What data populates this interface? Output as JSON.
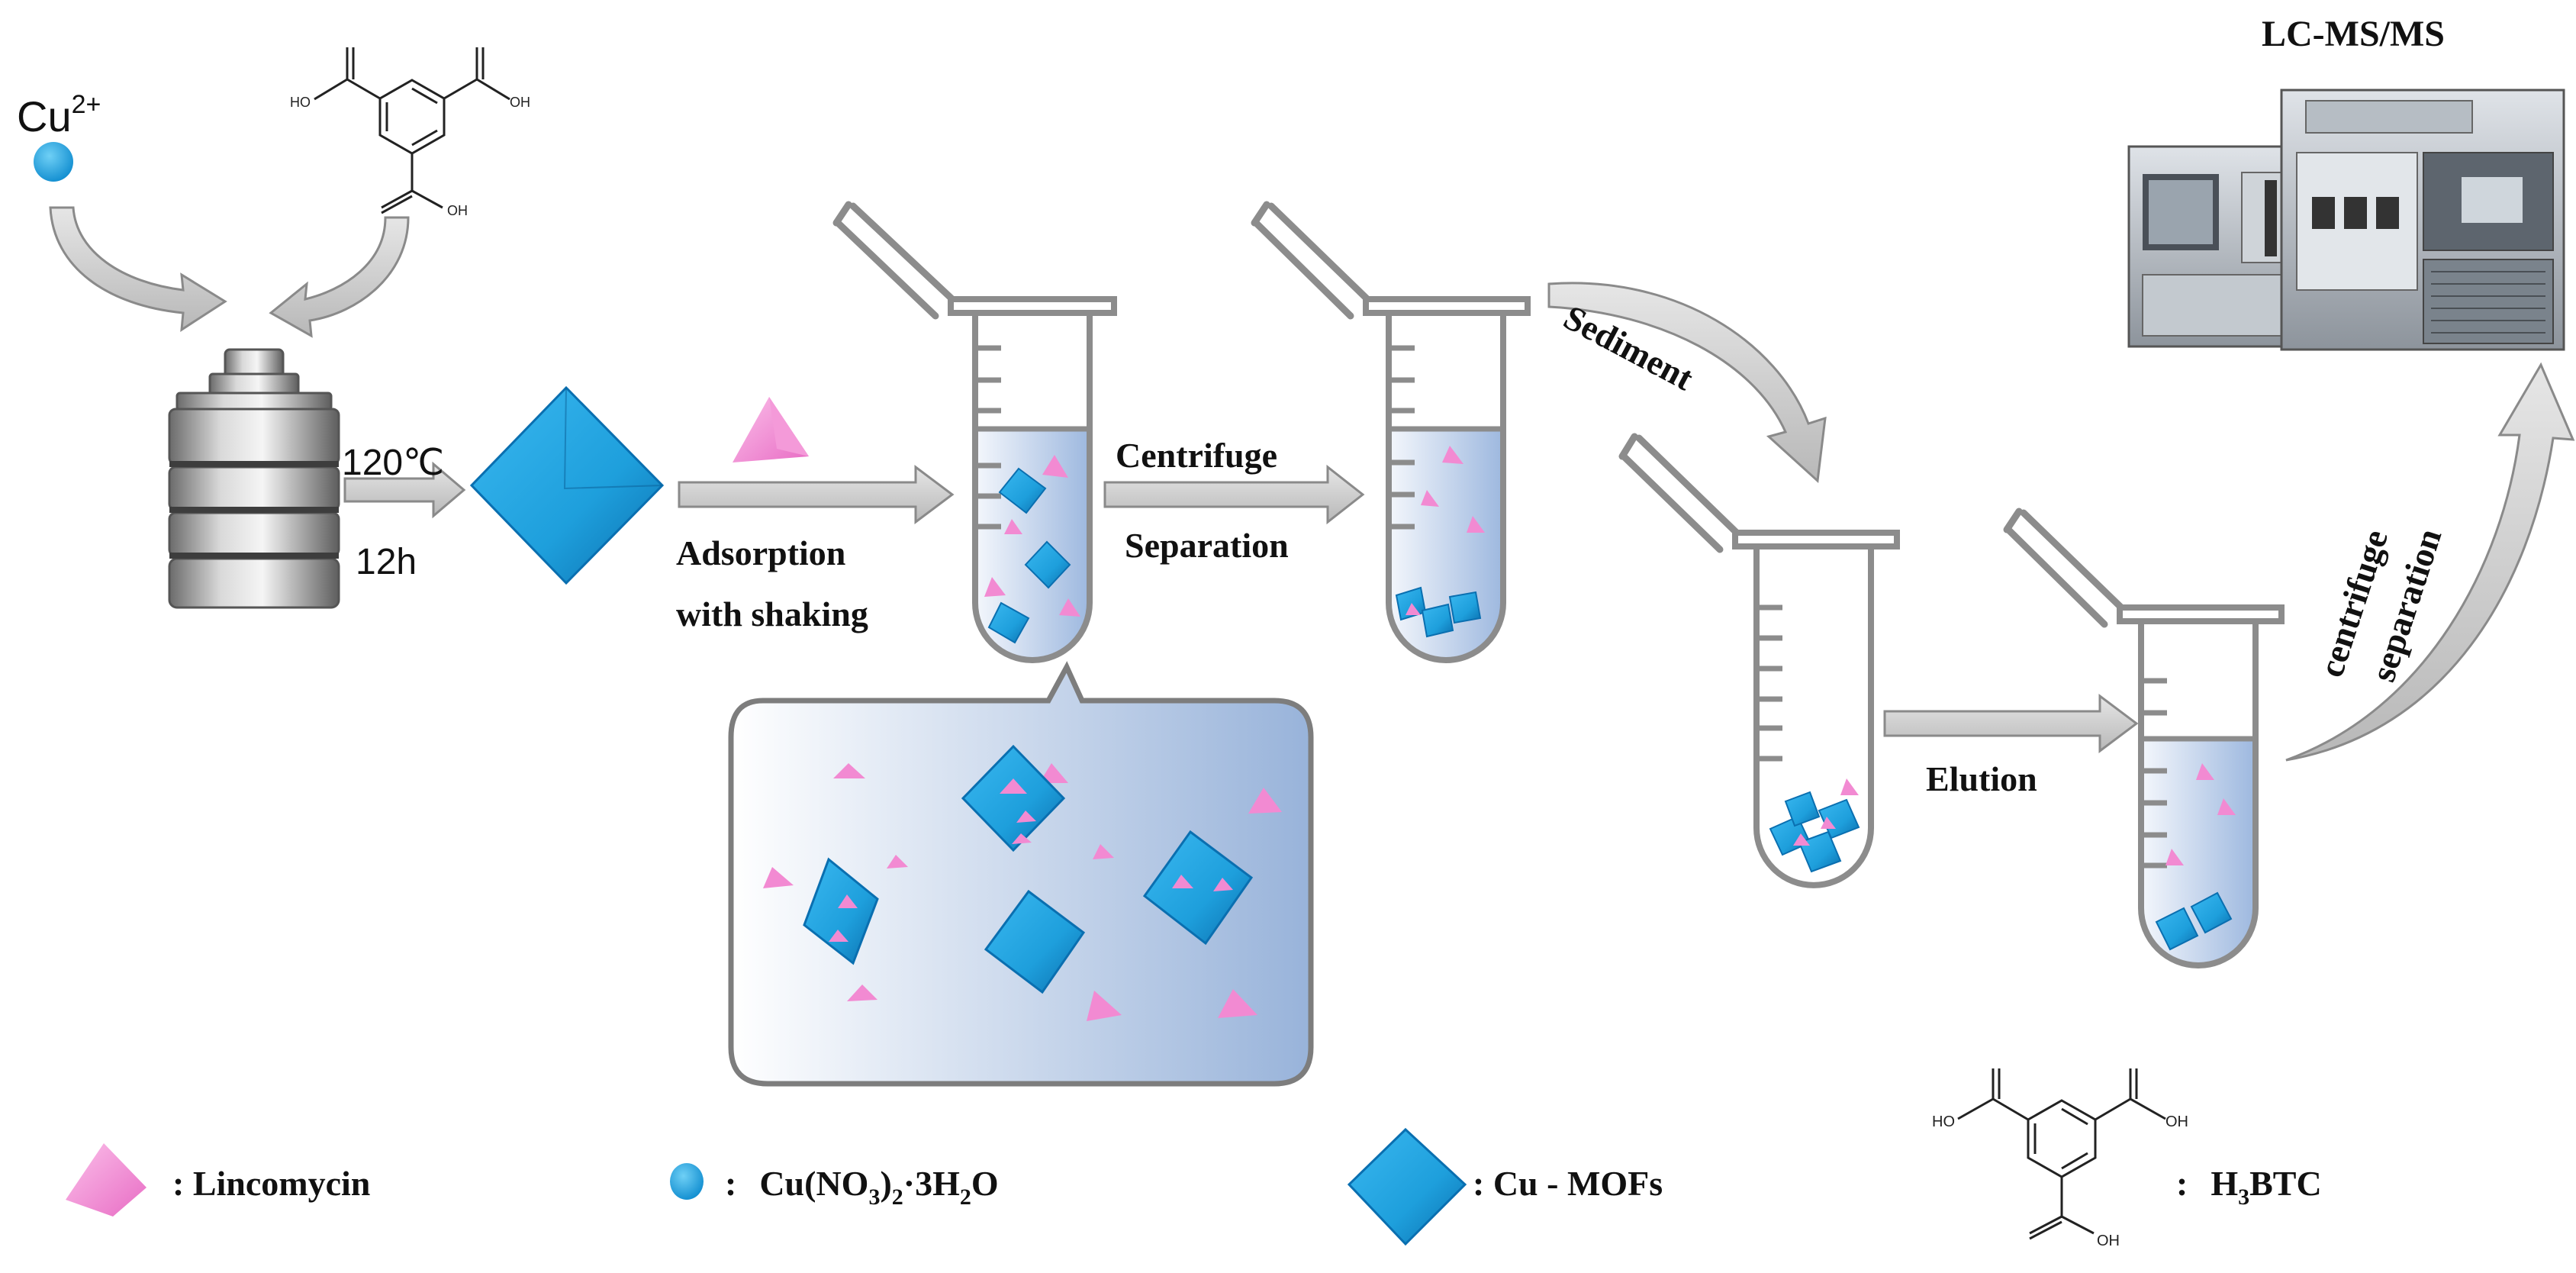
{
  "diagram": {
    "reagents": {
      "cu_label": "Cu",
      "cu_charge": "2+",
      "cooh_left": "HO",
      "cooh_right": "OH",
      "cooh_bottom": "OH"
    },
    "synthesis": {
      "temperature": "120℃",
      "time": "12h"
    },
    "steps": {
      "adsorption_line1": "Adsorption",
      "adsorption_line2": "with shaking",
      "centrifuge_line1": "Centrifuge",
      "centrifuge_line2": "Separation",
      "sediment": "Sediment",
      "elution": "Elution",
      "centrifuge2_line1": "centrifuge",
      "centrifuge2_line2": "separation"
    },
    "instrument": {
      "title": "LC-MS/MS"
    },
    "legend": {
      "lincomycin": ": Lincomycin",
      "cu_salt": {
        "colon": ":",
        "a": "Cu(NO",
        "s1": "3",
        "b": ")",
        "s2": "2",
        "c": "·3H",
        "s3": "2",
        "d": "O"
      },
      "cu_mofs": ":  Cu - MOFs",
      "h3btc": {
        "colon": ":",
        "a": "H",
        "s1": "3",
        "b": "BTC",
        "oh_left": "HO",
        "oh_right": "OH",
        "oh_bottom": "OH"
      }
    },
    "colors": {
      "mof_blue": "#1e9fdc",
      "mof_edge": "#0a6fb0",
      "lincomycin_pink": "#f28ad2",
      "cu_dot": "#20a6e0",
      "arrow_grey": "#c9c9c9",
      "arrow_edge": "#8a8a8a",
      "tube_grey": "#8c8c8c",
      "liquid_blue": "#b8cde8"
    }
  }
}
